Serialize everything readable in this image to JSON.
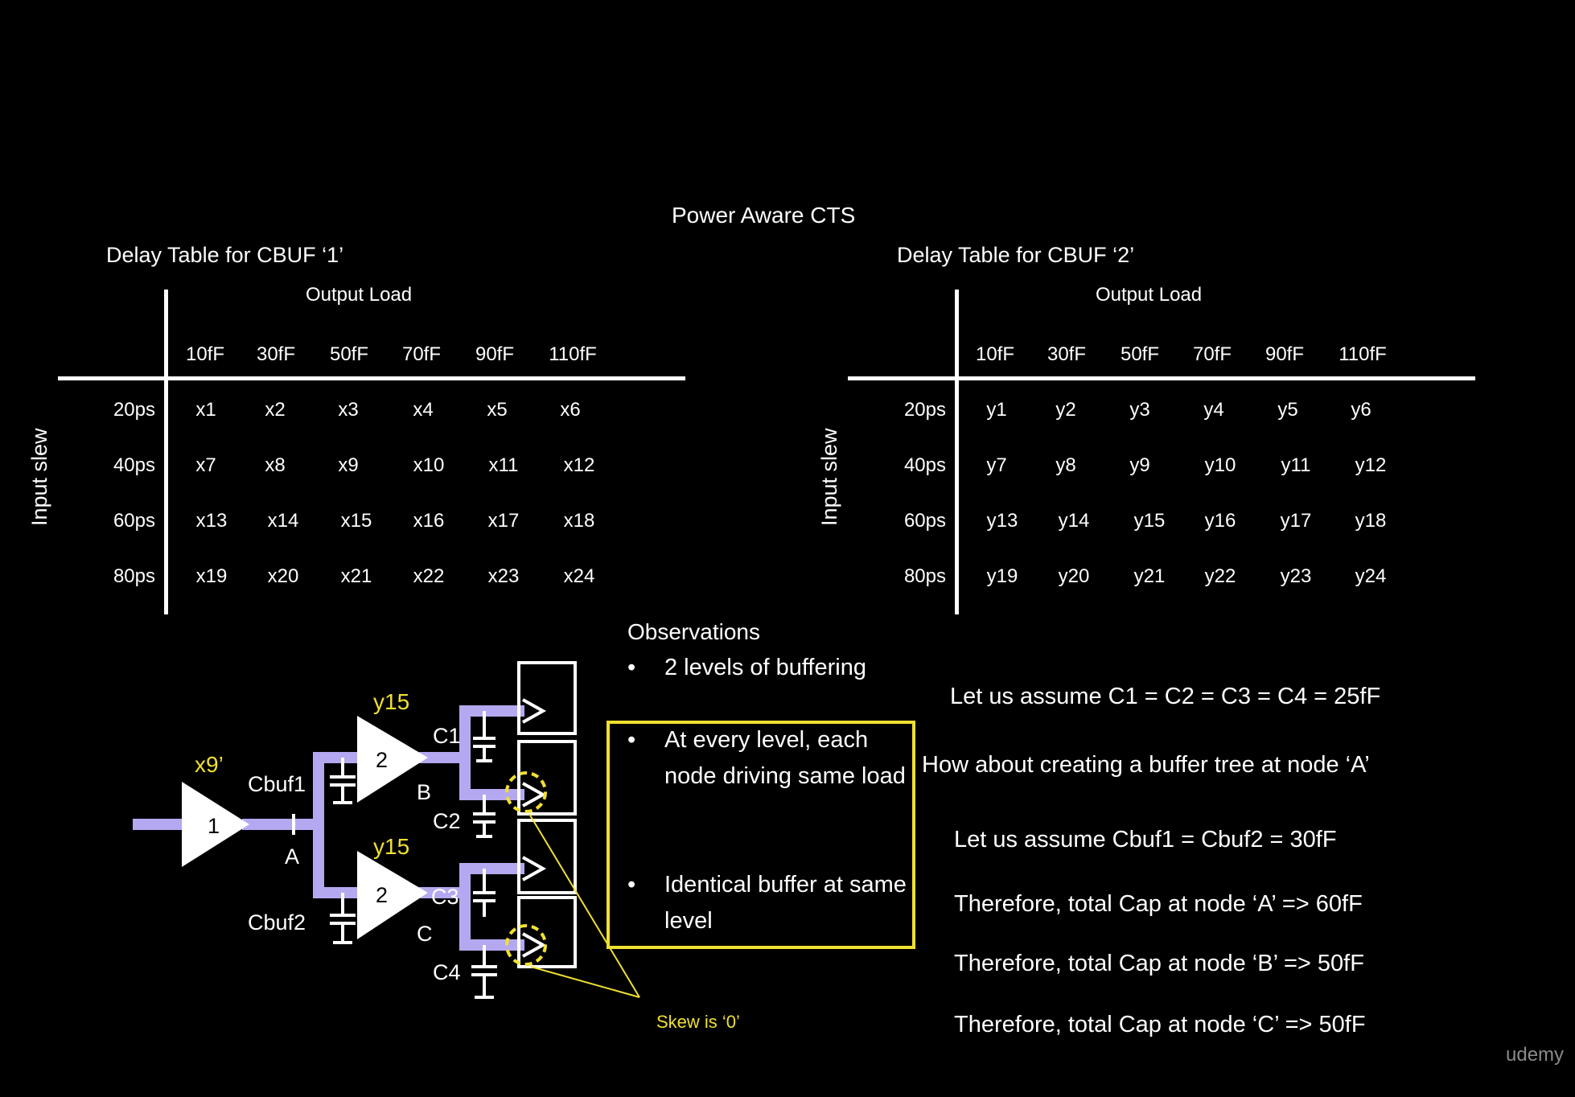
{
  "title": "Power Aware CTS",
  "table1": {
    "caption": "Delay Table for CBUF ‘1’",
    "output_load_label": "Output Load",
    "input_slew_label": "Input slew",
    "columns": [
      "10fF",
      "30fF",
      "50fF",
      "70fF",
      "90fF",
      "110fF"
    ],
    "rows": [
      {
        "label": "20ps",
        "cells": [
          "x1",
          "x2",
          "x3",
          "x4",
          "x5",
          "x6"
        ]
      },
      {
        "label": "40ps",
        "cells": [
          "x7",
          "x8",
          "x9",
          "x10",
          "x11",
          "x12"
        ]
      },
      {
        "label": "60ps",
        "cells": [
          "x13",
          "x14",
          "x15",
          "x16",
          "x17",
          "x18"
        ]
      },
      {
        "label": "80ps",
        "cells": [
          "x19",
          "x20",
          "x21",
          "x22",
          "x23",
          "x24"
        ]
      }
    ]
  },
  "table2": {
    "caption": "Delay Table for CBUF ‘2’",
    "output_load_label": "Output Load",
    "input_slew_label": "Input slew",
    "columns": [
      "10fF",
      "30fF",
      "50fF",
      "70fF",
      "90fF",
      "110fF"
    ],
    "rows": [
      {
        "label": "20ps",
        "cells": [
          "y1",
          "y2",
          "y3",
          "y4",
          "y5",
          "y6"
        ]
      },
      {
        "label": "40ps",
        "cells": [
          "y7",
          "y8",
          "y9",
          "y10",
          "y11",
          "y12"
        ]
      },
      {
        "label": "60ps",
        "cells": [
          "y13",
          "y14",
          "y15",
          "y16",
          "y17",
          "y18"
        ]
      },
      {
        "label": "80ps",
        "cells": [
          "y19",
          "y20",
          "y21",
          "y22",
          "y23",
          "y24"
        ]
      }
    ]
  },
  "observations": {
    "heading": "Observations",
    "bullets": [
      "2 levels of buffering",
      "At every level, each node driving same load",
      "Identical buffer at same level"
    ]
  },
  "notes": [
    "Let us assume C1 = C2 = C3 = C4 = 25fF",
    "How about creating a buffer tree at node ‘A’",
    "Let us assume Cbuf1 = Cbuf2 = 30fF",
    "Therefore, total Cap at node ‘A’  => 60fF",
    "Therefore, total Cap at node ‘B’  => 50fF",
    "Therefore, total Cap at node ‘C’  => 50fF"
  ],
  "circuit": {
    "buf1_label": "1",
    "buf2_label": "2",
    "buf3_label": "2",
    "buf1_delay": "x9’",
    "buf2_delay": "y15",
    "buf3_delay": "y15",
    "cbuf1": "Cbuf1",
    "cbuf2": "Cbuf2",
    "node_a": "A",
    "node_b": "B",
    "node_c": "C",
    "c1": "C1",
    "c2": "C2",
    "c3": "C3",
    "c4": "C4",
    "skew_label": "Skew is ‘0’"
  },
  "colors": {
    "wire": "#b4a8f0",
    "highlight": "#f0e030"
  },
  "watermark": "udemy"
}
